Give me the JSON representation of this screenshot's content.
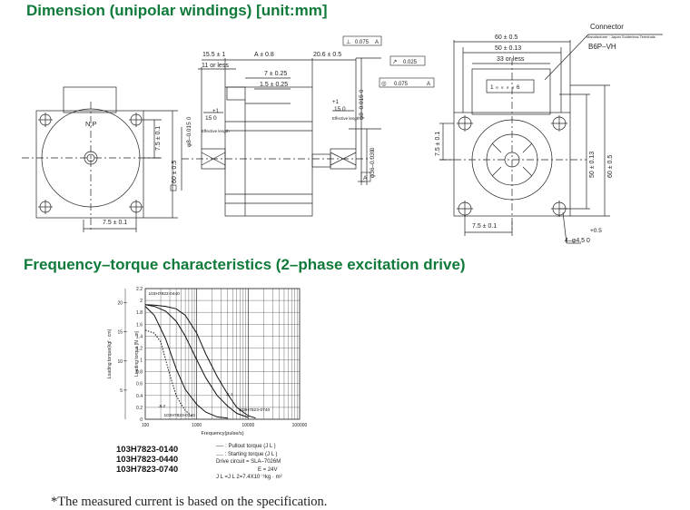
{
  "section1": {
    "title": "Dimension (unipolar windings) [unit:mm]",
    "front": {
      "np": "N.P",
      "dim1": "7.5 ± 0.1",
      "dim2": "60 ± 0.5",
      "dim3": "7.5 ± 0.1"
    },
    "side": {
      "d1": "15.5 ± 1",
      "d2": "A ± 0.8",
      "d3": "11 or less",
      "d4": "7 ± 0.25",
      "d5": "1.5 ± 0.25",
      "d6": "20.6 ± 0.5",
      "tol_perp": "0.075",
      "datum_a": "A",
      "tol_runout": "0.025",
      "tol_conc": "0.075",
      "key1_plus": "+1",
      "key1_len": "15  0",
      "eff_len1": "Effective length",
      "key2_plus": "+1",
      "key2_len": "15  0",
      "eff_len2": "Effective length",
      "shaft_dia": "φ8–0.015",
      "shaft_zero": "0",
      "boss_dia": "φ36–0.039",
      "boss_zero": "0"
    },
    "rear": {
      "connector": "Connector",
      "maker": "Manufacturer : Japan Solderless Terminals",
      "part": "B6P–VH",
      "w1": "60 ± 0.5",
      "w2": "50 ± 0.13",
      "w3": "33 or less",
      "pins": "1 ∘ ∘ ∘ ∘ 6",
      "h1": "50 ± 0.13",
      "h2": "60 ± 0.5",
      "v1": "7.5 ± 0.1",
      "b1": "7.5 ± 0.1",
      "hole_plus": "+0.5",
      "hole": "4–φ4.5  0"
    }
  },
  "section2": {
    "title": "Frequency–torque characteristics (2–phase excitation drive)",
    "models": [
      "103H7823-0140",
      "103H7823-0440",
      "103H7823-0740"
    ],
    "legend": {
      "pullout": "── : Pullout torque  (J L )",
      "starting": "‥‥ : Starting torque  (J L )",
      "circuit": "Drive circuit = SLA–7026M",
      "voltage": "E = 24V",
      "inertia": "J L =J L 2=7.4X10⁻⁵kg · m²"
    }
  },
  "chart_data": {
    "type": "line",
    "xlabel": "Frequency(pulse/s)",
    "ylabel": "Loading torque [N · m]",
    "ylabel2": "Loading torque(kgf · cm)",
    "x_scale": "log",
    "xlim": [
      100,
      100000
    ],
    "ylim": [
      0,
      2.2
    ],
    "x_ticks": [
      "100",
      "1000",
      "10000",
      "100000"
    ],
    "y_ticks": [
      "0",
      "0.2",
      "0.4",
      "0.6",
      "0.8",
      "1",
      "1.2",
      "1.4",
      "1.6",
      "1.8",
      "2",
      "2.2"
    ],
    "y2_ticks": [
      "5",
      "10",
      "15",
      "20"
    ],
    "grid": true,
    "annotations": [
      "103H7823-0440",
      "103H7823-0140",
      "103H7823-0740",
      "JL1",
      "JL2"
    ],
    "series": [
      {
        "name": "103H7823-0740",
        "style": "pullout",
        "x": [
          100,
          150,
          250,
          400,
          600,
          1000,
          1500,
          2500,
          4000,
          6000,
          10000,
          14000
        ],
        "y": [
          1.93,
          1.92,
          1.9,
          1.86,
          1.75,
          1.45,
          1.1,
          0.72,
          0.42,
          0.2,
          0.06,
          0.02
        ]
      },
      {
        "name": "103H7823-0440",
        "style": "pullout",
        "x": [
          100,
          150,
          250,
          400,
          600,
          1000,
          1500,
          2500,
          4000,
          6000,
          10000
        ],
        "y": [
          1.93,
          1.9,
          1.82,
          1.65,
          1.4,
          1.0,
          0.7,
          0.4,
          0.22,
          0.1,
          0.03
        ]
      },
      {
        "name": "103H7823-0140",
        "style": "pullout",
        "x": [
          100,
          150,
          250,
          400,
          600,
          1000,
          1500,
          2500,
          4000
        ],
        "y": [
          1.9,
          1.75,
          1.35,
          0.85,
          0.5,
          0.25,
          0.12,
          0.04,
          0.02
        ]
      },
      {
        "name": "Starting torque",
        "style": "starting",
        "x": [
          100,
          150,
          200,
          250,
          300,
          400,
          500,
          600,
          800
        ],
        "y": [
          1.5,
          1.45,
          1.3,
          1.0,
          0.75,
          0.4,
          0.25,
          0.15,
          0.05
        ]
      }
    ]
  }
}
